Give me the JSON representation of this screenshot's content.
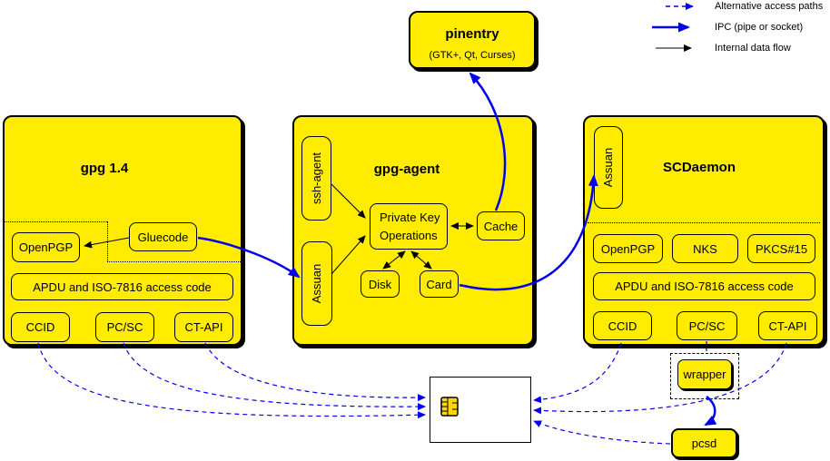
{
  "colors": {
    "node_fill": "#ffec00",
    "ipc_blue": "#0000ee",
    "border_black": "#000000",
    "smartcard_fill": "#ffffff",
    "chip_gold": "#ffd700"
  },
  "legend": {
    "items": [
      {
        "label": "Alternative access paths",
        "style": "dashed-blue-arrow"
      },
      {
        "label": "IPC (pipe or socket)",
        "style": "thick-blue-arrow"
      },
      {
        "label": "Internal data flow",
        "style": "thin-black-arrow"
      }
    ]
  },
  "pinentry": {
    "title": "pinentry",
    "subtitle": "(GTK+, Qt, Curses)"
  },
  "gpg14": {
    "title": "gpg 1.4",
    "openpgp": "OpenPGP",
    "gluecode": "Gluecode",
    "apdu": "APDU and ISO-7816 access code",
    "ccid": "CCID",
    "pcsc": "PC/SC",
    "ctapi": "CT-API"
  },
  "gpgagent": {
    "title": "gpg-agent",
    "sshagent": "ssh-agent",
    "assuan": "Assuan",
    "private_key_ops_line1": "Private Key",
    "private_key_ops_line2": "Operations",
    "cache": "Cache",
    "disk": "Disk",
    "card": "Card"
  },
  "scdaemon": {
    "title": "SCDaemon",
    "assuan": "Assuan",
    "openpgp": "OpenPGP",
    "nks": "NKS",
    "pkcs15": "PKCS#15",
    "apdu": "APDU and ISO-7816 access code",
    "ccid": "CCID",
    "pcsc": "PC/SC",
    "ctapi": "CT-API"
  },
  "wrapper": {
    "label": "wrapper"
  },
  "pcsd": {
    "label": "pcsd"
  }
}
